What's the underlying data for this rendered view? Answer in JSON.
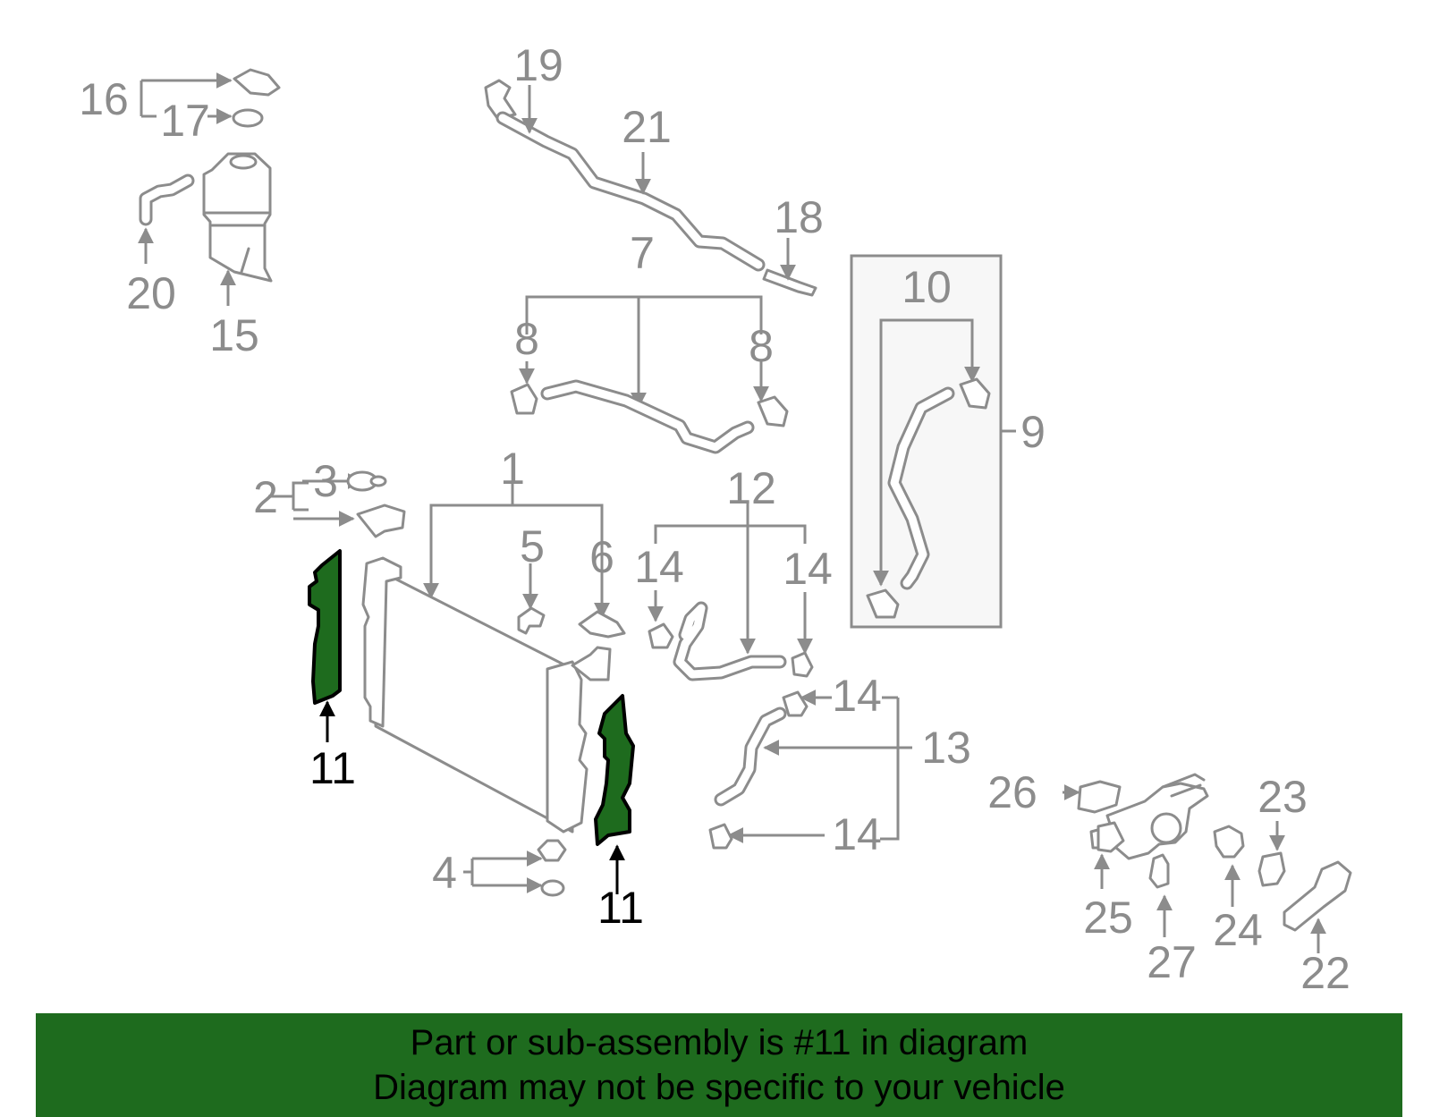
{
  "callouts": {
    "c1": "1",
    "c2": "2",
    "c3": "3",
    "c4": "4",
    "c5": "5",
    "c6": "6",
    "c7": "7",
    "c8a": "8",
    "c8b": "8",
    "c9": "9",
    "c10": "10",
    "c11a": "11",
    "c11b": "11",
    "c12": "12",
    "c13": "13",
    "c14a": "14",
    "c14b": "14",
    "c14c": "14",
    "c14d": "14",
    "c15": "15",
    "c16": "16",
    "c17": "17",
    "c18": "18",
    "c19": "19",
    "c20": "20",
    "c21": "21",
    "c22": "22",
    "c23": "23",
    "c24": "24",
    "c25": "25",
    "c26": "26",
    "c27": "27"
  },
  "banner": {
    "line1": "Part or sub-assembly is #11 in diagram",
    "line2": "Diagram may not be specific to your vehicle"
  },
  "colors": {
    "highlight": "#1e6b1e",
    "linework": "#8c8c8c",
    "highlight_label": "#000000"
  }
}
